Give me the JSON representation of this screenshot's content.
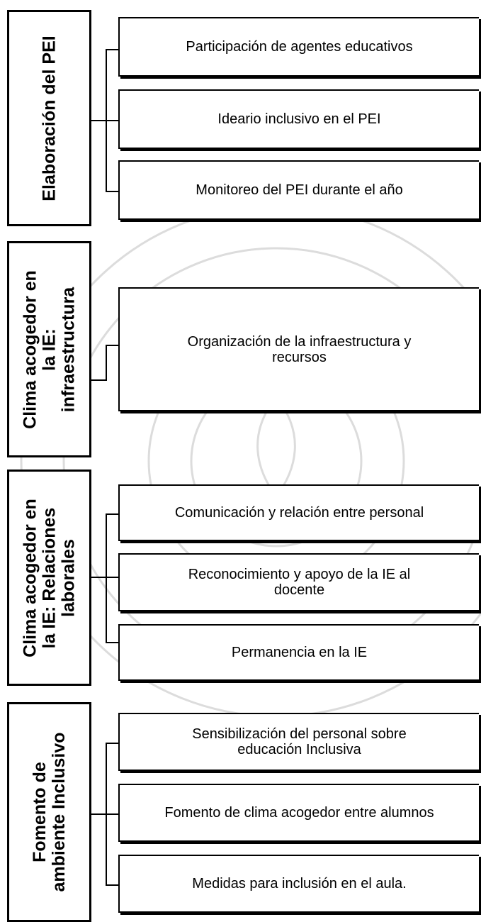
{
  "groups": [
    {
      "title": "Elaboración del PEI",
      "items": [
        "Participación de agentes educativos",
        "Ideario inclusivo en el PEI",
        "Monitoreo del PEI durante el año"
      ]
    },
    {
      "title": "Clima acogedor en\nla IE:\ninfraestructura",
      "items": [
        "Organización de la infraestructura y\nrecursos"
      ]
    },
    {
      "title": "Clima acogedor en\nla IE: Relaciones\nlaborales",
      "items": [
        "Comunicación y relación entre personal",
        "Reconocimiento y apoyo de la IE al\ndocente",
        "Permanencia en la IE"
      ]
    },
    {
      "title": "Fomento de\nambiente Inclusivo",
      "items": [
        "Sensibilización del personal sobre\neducación Inclusiva",
        "Fomento de clima acogedor entre alumnos",
        "Medidas para inclusión en el aula."
      ]
    }
  ],
  "colors": {
    "line": "#000000",
    "watermark": "#d9d9d9"
  }
}
